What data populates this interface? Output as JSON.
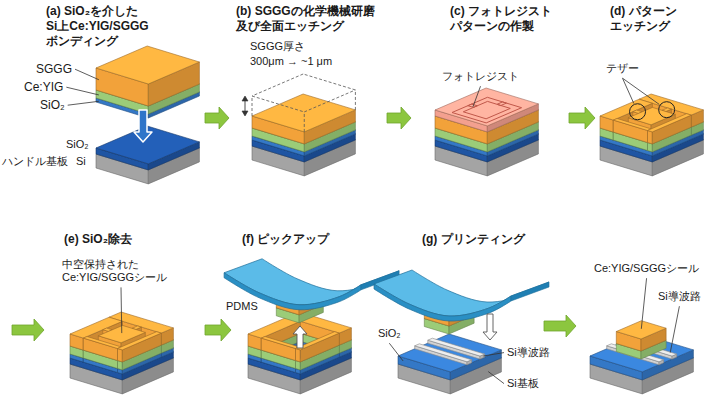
{
  "diagram": {
    "nodes": [
      {
        "text": [
          "(a) SiO₂を介した Si上Ce:YIG/SGGG ボンディング"
        ]
      },
      {
        "text": [
          "(b) SGGGの化学機械研磨 及び全面エッチング"
        ]
      },
      {
        "text": [
          "(c) フォトレジスト パターンの作製"
        ]
      },
      {
        "text": [
          "(d) パターン エッチング"
        ]
      },
      {
        "text": [
          "(e) SiO₂除去"
        ]
      },
      {
        "text": [
          "(f) ピックアップ"
        ]
      },
      {
        "text": [
          "(g) プリンティング"
        ]
      }
    ],
    "edges": [
      {
        "from": 0,
        "to": 1,
        "arrow": "to"
      },
      {
        "from": 1,
        "to": 2,
        "arrow": "to"
      },
      {
        "from": 2,
        "to": 3,
        "arrow": "to"
      },
      {
        "from": 4,
        "to": 5,
        "arrow": "to"
      }
    ],
    "labels": [
      "SGGG",
      "Ce:YIG",
      "SiO₂",
      "SiO₂",
      "Si",
      "ハンドル基板",
      "SGGG厚さ",
      "300μm → ~1 μm",
      "フォトレジスト",
      "テザー",
      "中空保持された Ce:YIG/SGGGシール",
      "PDMS",
      "Si導波路",
      "SiO₂",
      "Si基板",
      "Ce:YIG/SGGGシール",
      "Si導波路"
    ]
  }
}
